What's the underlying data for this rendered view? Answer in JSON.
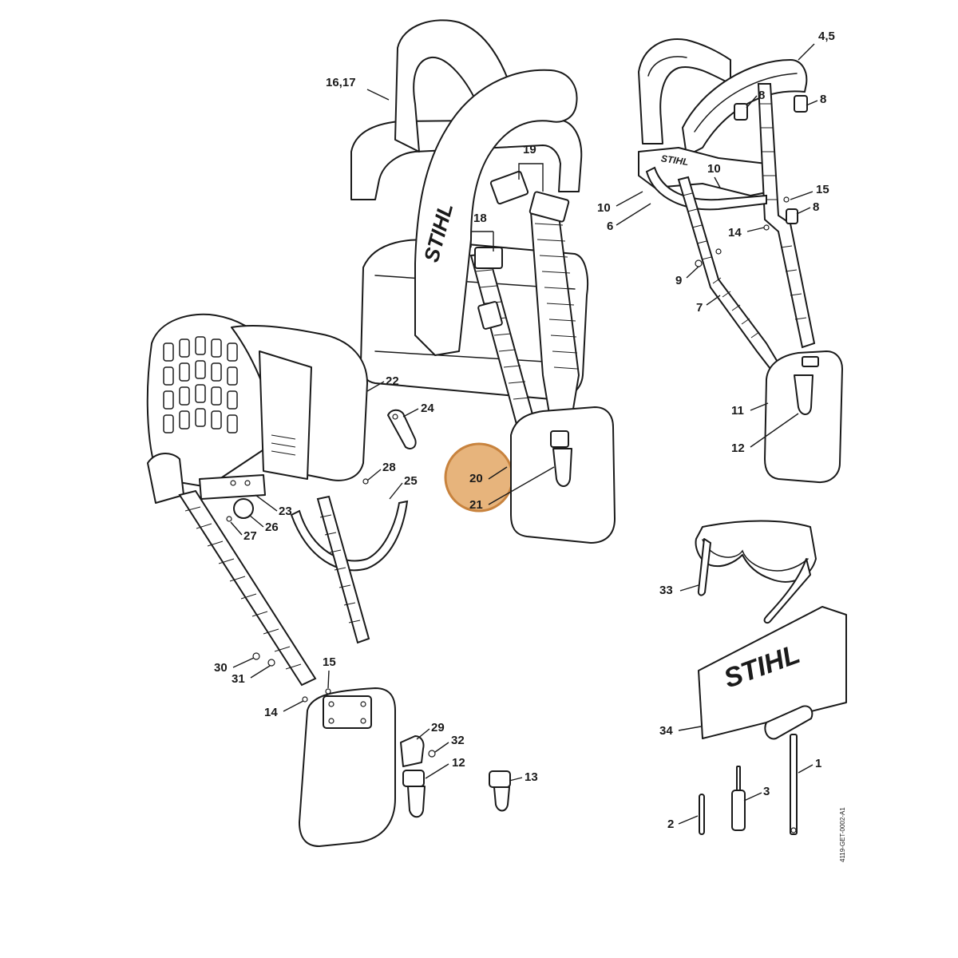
{
  "brand": "STIHL",
  "document_id": "4119-GET-0002-A1",
  "highlight": {
    "color": "#c8833e",
    "fill": "#e7b47c"
  },
  "callouts": {
    "p16_17": "16,17",
    "p19": "19",
    "p18": "18",
    "p20": "20",
    "p21": "21",
    "p22": "22",
    "p24": "24",
    "p28": "28",
    "p25": "25",
    "p23": "23",
    "p26": "26",
    "p27": "27",
    "p30": "30",
    "p31": "31",
    "p15b": "15",
    "p14b": "14",
    "p29": "29",
    "p32": "32",
    "p12b": "12",
    "p13": "13",
    "p4_5": "4,5",
    "p8a": "8",
    "p8b": "8",
    "p8c": "8",
    "p10a": "10",
    "p10b": "10",
    "p6": "6",
    "p15a": "15",
    "p14a": "14",
    "p9": "9",
    "p7": "7",
    "p11": "11",
    "p12a": "12",
    "p33": "33",
    "p34": "34",
    "p1": "1",
    "p2": "2",
    "p3": "3"
  }
}
